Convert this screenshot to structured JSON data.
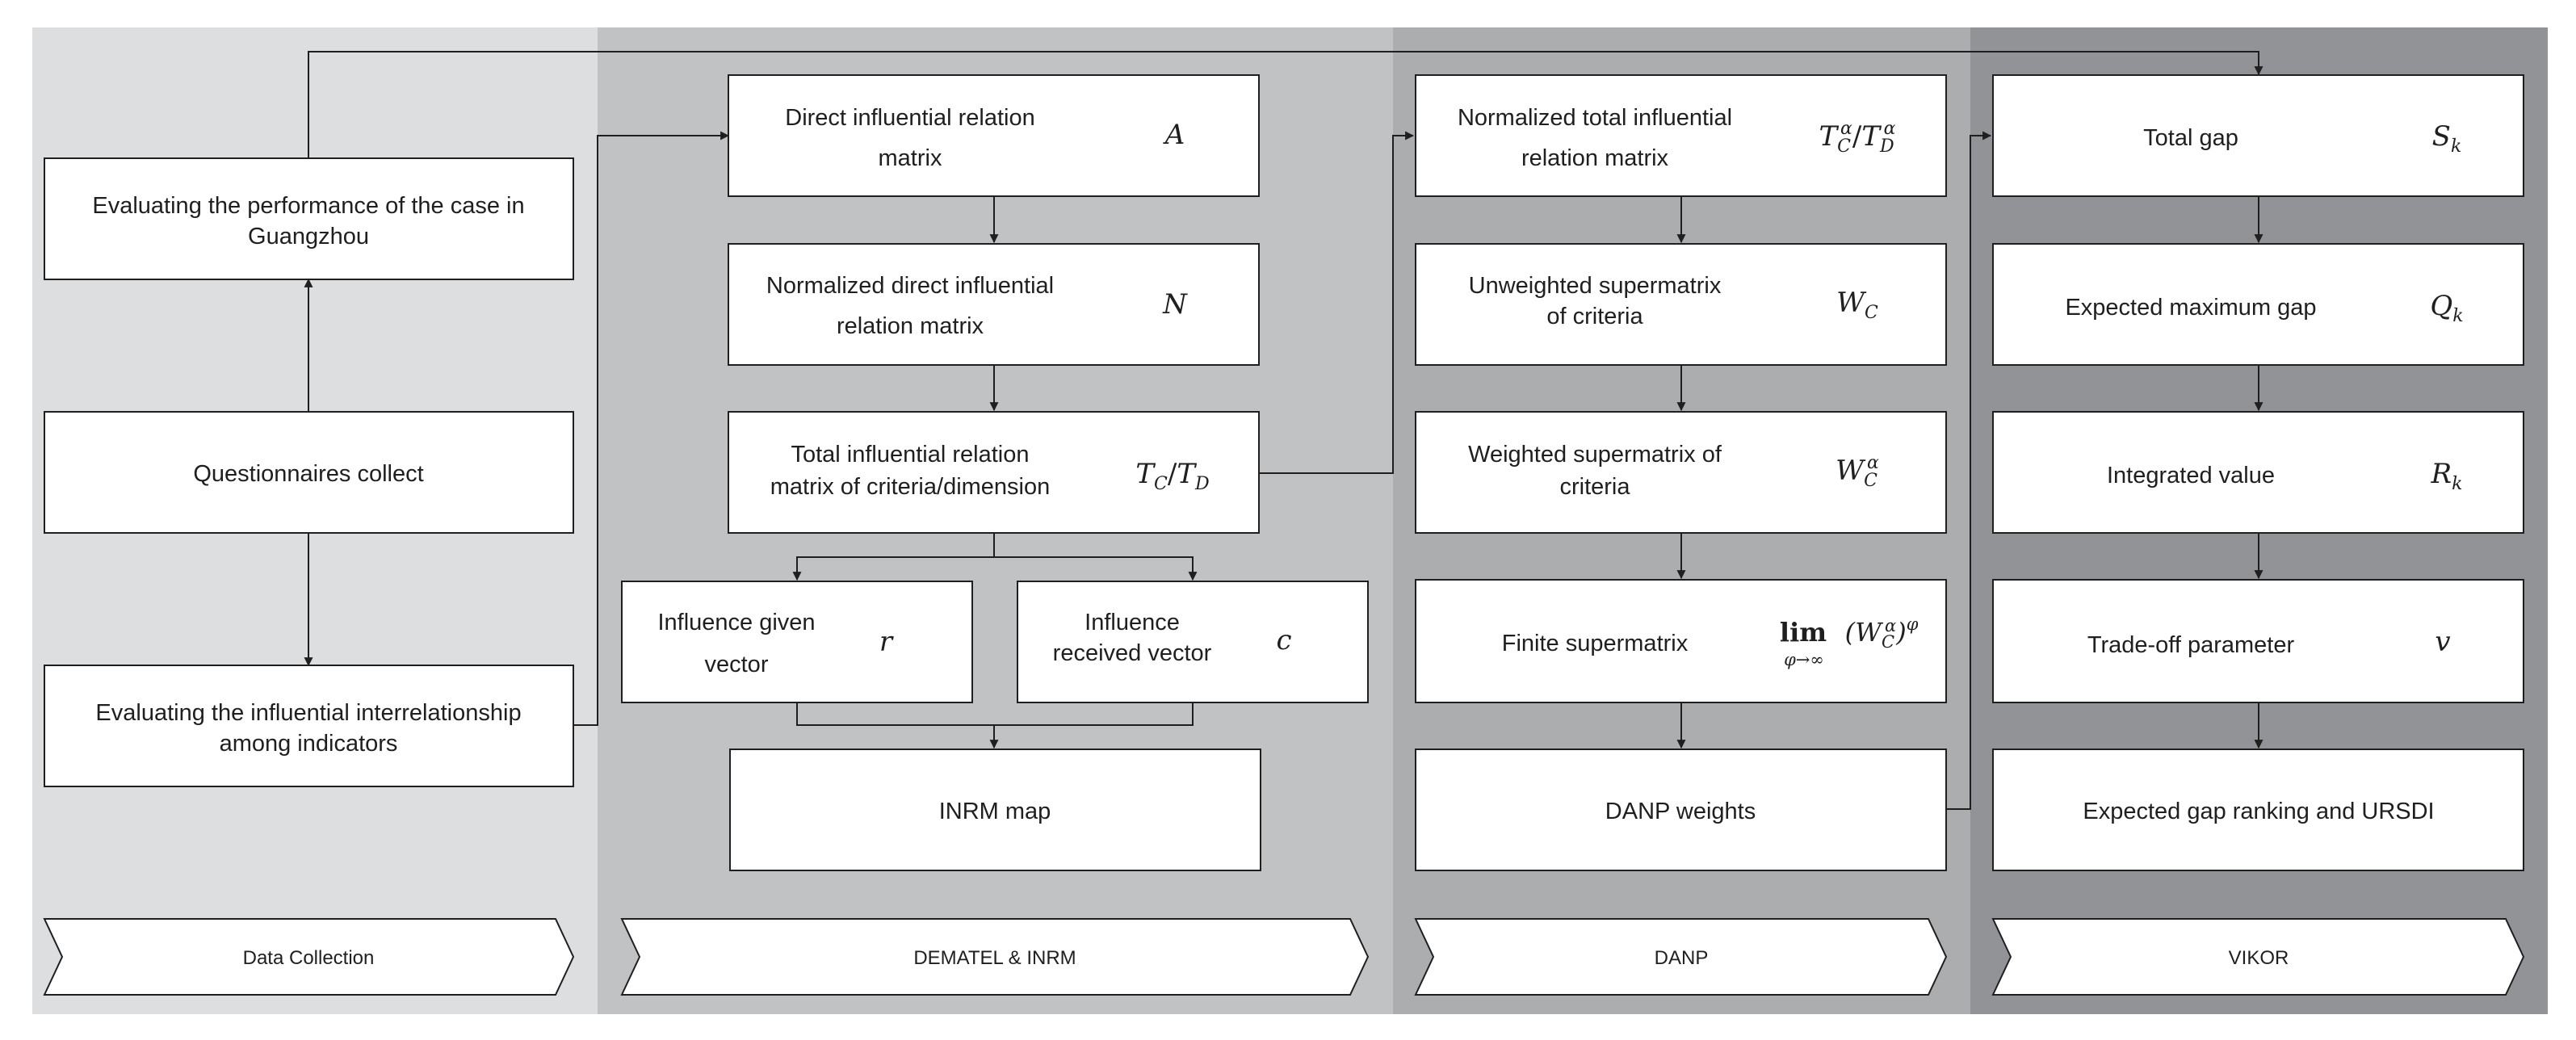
{
  "colors": {
    "panel_data_collection": "#dcdedf",
    "panel_dematel": "#c1c2c4",
    "panel_danp": "#acadaf",
    "panel_vikor": "#929396",
    "box_fill": "#ffffff",
    "stroke": "#1f1f1f"
  },
  "panels": [
    {
      "id": "data-collection",
      "label": "Data Collection"
    },
    {
      "id": "dematel-inrm",
      "label": "DEMATEL & INRM"
    },
    {
      "id": "danp",
      "label": "DANP"
    },
    {
      "id": "vikor",
      "label": "VIKOR"
    }
  ],
  "data_collection": {
    "evaluate_performance": {
      "line1": "Evaluating the performance of the case in",
      "line2": "Guangzhou"
    },
    "questionnaires": {
      "line1": "Questionnaires collect"
    },
    "evaluate_interrelationship": {
      "line1": "Evaluating the influential interrelationship",
      "line2": "among indicators"
    }
  },
  "dematel": {
    "direct_matrix": {
      "line1": "Direct influential relation",
      "line2": "matrix",
      "symbol": "A"
    },
    "normalized_direct": {
      "line1": "Normalized direct influential",
      "line2": "relation matrix",
      "symbol": "N"
    },
    "total_influential": {
      "line1": "Total influential relation",
      "line2": "matrix of criteria/dimension",
      "symbol": "T_C / T_D"
    },
    "influence_given": {
      "line1": "Influence given",
      "line2": "vector",
      "symbol": "r"
    },
    "influence_received": {
      "line1": "Influence",
      "line2": "received vector",
      "symbol": "c"
    },
    "inrm_map": {
      "line1": "INRM map"
    }
  },
  "danp": {
    "normalized_total": {
      "line1": "Normalized total influential",
      "line2": "relation matrix",
      "symbol": "T_C^α / T_D^α"
    },
    "unweighted": {
      "line1": "Unweighted supermatrix",
      "line2": "of criteria",
      "symbol": "W_C"
    },
    "weighted": {
      "line1": "Weighted supermatrix of",
      "line2": "criteria",
      "symbol": "W_C^α"
    },
    "finite": {
      "line1": "Finite supermatrix",
      "symbol": "lim_{φ→∞} (W_C^α)^φ"
    },
    "weights": {
      "line1": "DANP weights"
    }
  },
  "vikor": {
    "total_gap": {
      "line1": "Total gap",
      "symbol": "S_k"
    },
    "expected_max_gap": {
      "line1": "Expected maximum gap",
      "symbol": "Q_k"
    },
    "integrated_value": {
      "line1": "Integrated value",
      "symbol": "R_k"
    },
    "tradeoff": {
      "line1": "Trade-off parameter",
      "symbol": "v"
    },
    "ranking": {
      "line1": "Expected gap ranking and URSDI"
    }
  }
}
